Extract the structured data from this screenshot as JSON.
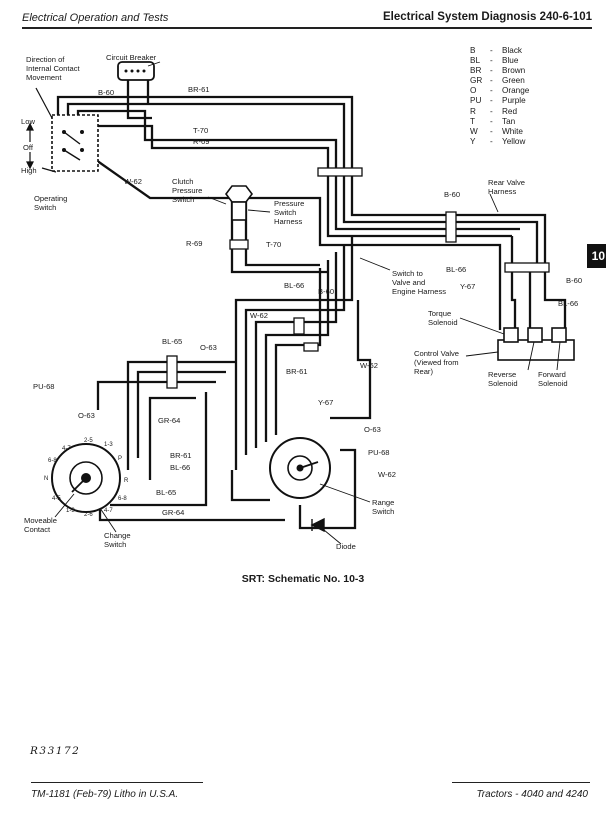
{
  "header": {
    "left": "Electrical Operation and Tests",
    "right": "Electrical System Diagnosis   240-6-101"
  },
  "side_tab": "10",
  "legend": [
    {
      "code": "B",
      "color": "Black"
    },
    {
      "code": "BL",
      "color": "Blue"
    },
    {
      "code": "BR",
      "color": "Brown"
    },
    {
      "code": "GR",
      "color": "Green"
    },
    {
      "code": "O",
      "color": "Orange"
    },
    {
      "code": "PU",
      "color": "Purple"
    },
    {
      "code": "R",
      "color": "Red"
    },
    {
      "code": "T",
      "color": "Tan"
    },
    {
      "code": "W",
      "color": "White"
    },
    {
      "code": "Y",
      "color": "Yellow"
    }
  ],
  "labels": {
    "direction_1": "Direction of",
    "direction_2": "Internal Contact",
    "direction_3": "Movement",
    "circuit_breaker": "Circuit Breaker",
    "low": "Low",
    "off": "Off",
    "high": "High",
    "operating_switch_1": "Operating",
    "operating_switch_2": "Switch",
    "clutch_1": "Clutch",
    "clutch_2": "Pressure",
    "clutch_3": "Switch",
    "psh_1": "Pressure",
    "psh_2": "Switch",
    "psh_3": "Harness",
    "rvh_1": "Rear Valve",
    "rvh_2": "Harness",
    "sw_1": "Switch to",
    "sw_2": "Valve and",
    "sw_3": "Engine Harness",
    "torque_1": "Torque",
    "torque_2": "Solenoid",
    "cv_1": "Control Valve",
    "cv_2": "(Viewed from",
    "cv_3": "Rear)",
    "rev_1": "Reverse",
    "rev_2": "Solenoid",
    "fwd_1": "Forward",
    "fwd_2": "Solenoid",
    "mc_1": "Moveable",
    "mc_2": "Contact",
    "cs_1": "Change",
    "cs_2": "Switch",
    "rs_1": "Range",
    "rs_2": "Switch",
    "diode": "Diode"
  },
  "wires": {
    "b60_a": "B-60",
    "br61_a": "BR-61",
    "t70_a": "T-70",
    "r69_a": "R-69",
    "w62_a": "W-62",
    "r69_b": "R-69",
    "t70_b": "T-70",
    "b60_b": "B-60",
    "bl66_a": "BL-66",
    "b60_c": "B-60",
    "bl66_b": "BL-66",
    "y67_a": "Y-67",
    "bl66_c": "BL-66",
    "b60_d": "B-60",
    "w62_b": "W-62",
    "br61_b": "BR-61",
    "w62_c": "W-62",
    "bl65_a": "BL-65",
    "o63_a": "O-63",
    "pu68_a": "PU-68",
    "o63_b": "O-63",
    "gr64_a": "GR-64",
    "y67_b": "Y-67",
    "o63_c": "O-63",
    "br61_c": "BR-61",
    "bl66_d": "BL-66",
    "pu68_b": "PU-68",
    "w62_d": "W-62",
    "bl65_b": "BL-65",
    "gr64_b": "GR-64"
  },
  "contacts": {
    "c1": "4-7",
    "c2": "2-5",
    "c3": "1-3",
    "c4": "6-8",
    "c5": "P",
    "c6": "N",
    "c7": "R",
    "c8": "4-5",
    "c9": "1-3",
    "c10": "2-6",
    "c11": "6-8",
    "c12": "4-7"
  },
  "caption": "SRT: Schematic No. 10-3",
  "ref_number": "R33172",
  "footer": {
    "left": "TM-1181 (Feb-79) Litho in U.S.A.",
    "right": "Tractors - 4040 and 4240"
  }
}
